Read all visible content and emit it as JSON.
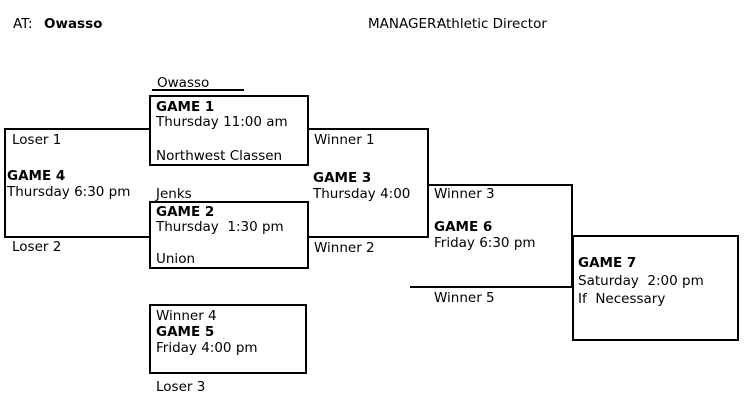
{
  "header": {
    "at_label": "AT:",
    "at_value": "Owasso",
    "manager_label": "MANAGER:",
    "manager_value": "Athletic Director"
  },
  "bracket": {
    "game1": {
      "title": "GAME 1",
      "time": "Thursday 11:00 am",
      "top_team": "Owasso",
      "bottom_team": "Northwest Classen"
    },
    "game2": {
      "title": "GAME 2",
      "time": "Thursday  1:30 pm",
      "top_team": "Jenks",
      "bottom_team": "Union"
    },
    "game3": {
      "title": "GAME 3",
      "time": "Thursday 4:00",
      "top_slot": "Winner 1",
      "bottom_slot": "Winner 2"
    },
    "game4": {
      "title": "GAME 4",
      "time": "Thursday 6:30 pm",
      "top_slot": "Loser 1",
      "bottom_slot": "Loser 2"
    },
    "game5": {
      "title": "GAME 5",
      "time": "Friday 4:00 pm",
      "top_slot": "Winner 4",
      "bottom_slot": "Loser 3"
    },
    "game6": {
      "title": "GAME 6",
      "time": "Friday 6:30 pm",
      "top_slot": "Winner 3",
      "bottom_slot": "Winner 5"
    },
    "game7": {
      "title": "GAME 7",
      "time": "Saturday  2:00 pm",
      "note": "If  Necessary"
    }
  },
  "colors": {
    "line": "#000000",
    "text": "#000000",
    "background": "#ffffff"
  }
}
